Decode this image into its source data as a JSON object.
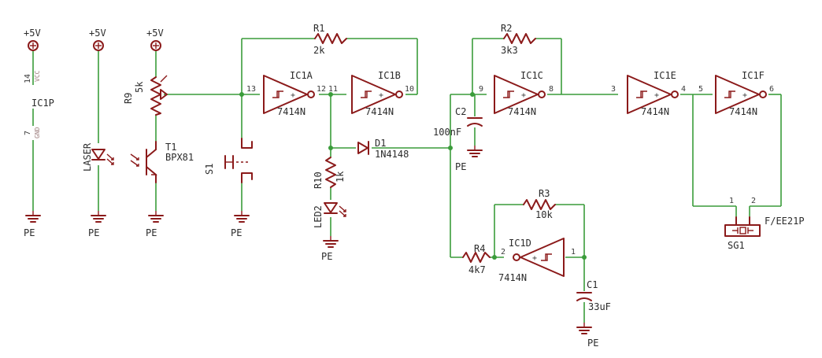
{
  "colors": {
    "wire": "#3a9c3a",
    "symbol": "#8b1a1a",
    "text": "#2b2b2b",
    "background": "#ffffff"
  },
  "supply": {
    "vcc_label": "+5V",
    "ground_label": "PE"
  },
  "power_block": {
    "name": "IC1P",
    "pin_vcc": "14",
    "pin_gnd": "7",
    "vcc_text": "VCC",
    "gnd_text": "GND"
  },
  "laser": {
    "name": "LASER"
  },
  "r9": {
    "name": "R9",
    "value": "5k"
  },
  "t1": {
    "name": "T1",
    "value": "BPX81"
  },
  "s1": {
    "name": "S1"
  },
  "r1": {
    "name": "R1",
    "value": "2k"
  },
  "r2": {
    "name": "R2",
    "value": "3k3"
  },
  "r3": {
    "name": "R3",
    "value": "10k"
  },
  "r4": {
    "name": "R4",
    "value": "4k7"
  },
  "r10": {
    "name": "R10",
    "value": "1k"
  },
  "led2": {
    "name": "LED2"
  },
  "d1": {
    "name": "D1",
    "value": "1N4148"
  },
  "c1": {
    "name": "C1",
    "value": "33uF"
  },
  "c2": {
    "name": "C2",
    "value": "100nF"
  },
  "sg1": {
    "name": "SG1",
    "value": "F/EE21P",
    "pin1": "1",
    "pin2": "2"
  },
  "gates": {
    "part": "7414N",
    "ic1a": {
      "name": "IC1A",
      "in_pin": "13",
      "out_pin": "12"
    },
    "ic1b": {
      "name": "IC1B",
      "in_pin": "11",
      "out_pin": "10"
    },
    "ic1c": {
      "name": "IC1C",
      "in_pin": "9",
      "out_pin": "8"
    },
    "ic1d": {
      "name": "IC1D",
      "in_pin": "1",
      "out_pin": "2"
    },
    "ic1e": {
      "name": "IC1E",
      "in_pin": "3",
      "out_pin": "4"
    },
    "ic1f": {
      "name": "IC1F",
      "in_pin": "5",
      "out_pin": "6"
    }
  }
}
